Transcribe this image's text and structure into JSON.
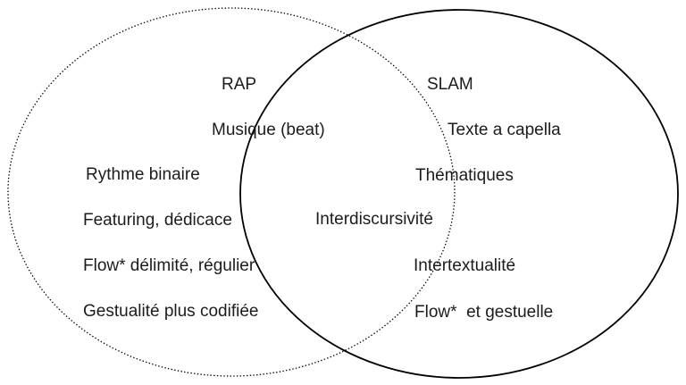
{
  "venn": {
    "left": {
      "title": "RAP",
      "border_style": "dotted",
      "items": [
        "Musique (beat)",
        "Rythme binaire",
        "Featuring, dédicace",
        "Flow* délimité, régulier",
        "Gestualité plus codifiée"
      ]
    },
    "right": {
      "title": "SLAM",
      "border_style": "solid",
      "items": [
        "Texte a capella",
        "Thématiques",
        "Intertextualité",
        "Flow*  et gestuelle"
      ]
    },
    "overlap": {
      "items": [
        "Interdiscursivité"
      ]
    },
    "colors": {
      "circle_stroke": "#000000",
      "text": "#1c1c1c",
      "background": "#ffffff"
    }
  }
}
